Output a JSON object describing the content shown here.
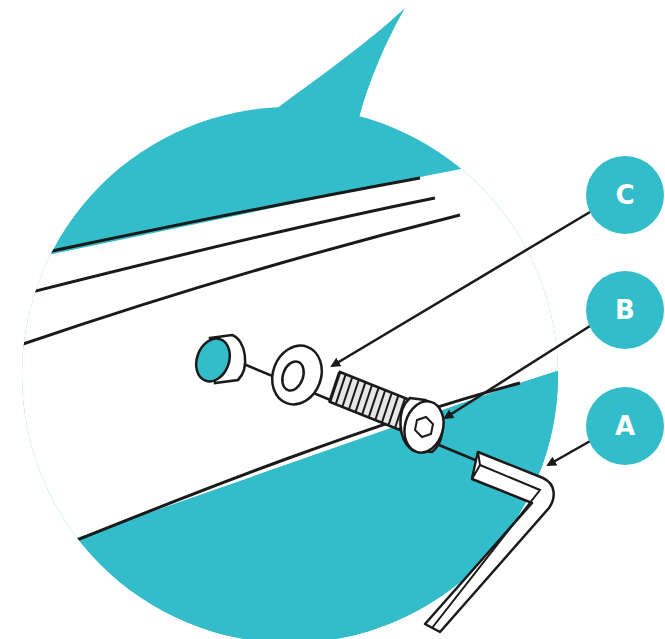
{
  "diagram": {
    "nodes": [
      {
        "text": [
          "C"
        ]
      },
      {
        "text": [
          "B"
        ]
      },
      {
        "text": [
          "A"
        ]
      }
    ]
  }
}
